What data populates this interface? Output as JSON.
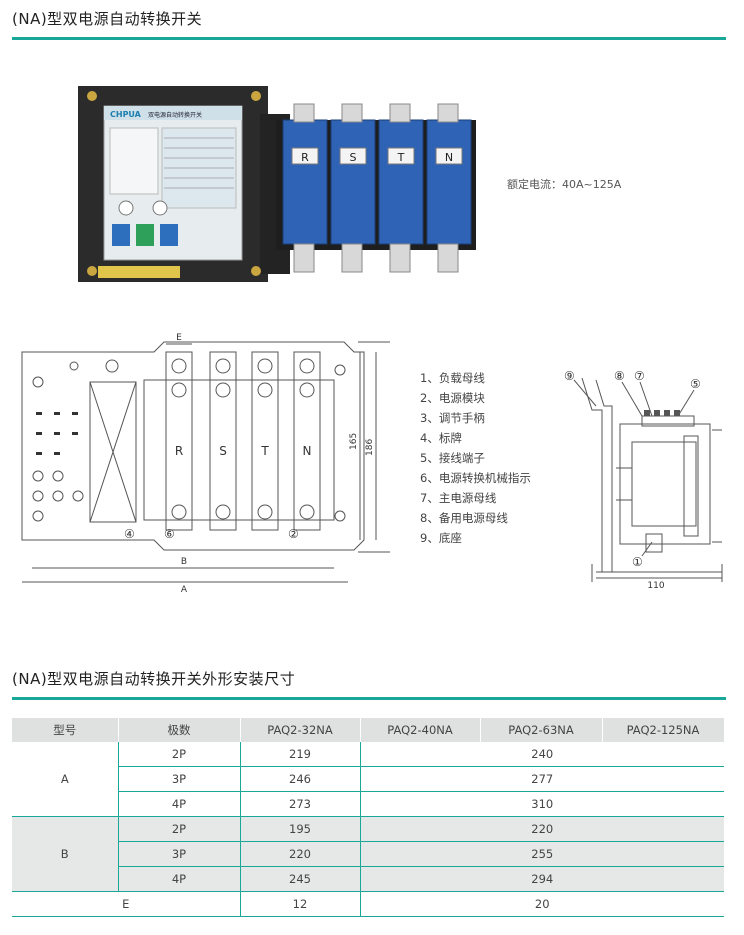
{
  "section1": {
    "title": "(NA)型双电源自动转换开关"
  },
  "photo": {
    "brand": "CHPUA",
    "panel_title": "双电源自动转换开关",
    "terminals": [
      "R",
      "S",
      "T",
      "N"
    ]
  },
  "spec": {
    "rated_current": "额定电流：40A~125A"
  },
  "front_drawing": {
    "terminals": [
      "R",
      "S",
      "T",
      "N"
    ],
    "dims": {
      "E": "E",
      "B": "B",
      "A": "A",
      "h1": "165",
      "h2": "186"
    },
    "callouts": [
      "④",
      "⑥",
      "②"
    ]
  },
  "legend": [
    "1、负载母线",
    "2、电源模块",
    "3、调节手柄",
    "4、标牌",
    "5、接线端子",
    "6、电源转换机械指示",
    "7、主电源母线",
    "8、备用电源母线",
    "9、底座"
  ],
  "side_drawing": {
    "callouts": [
      "⑨",
      "⑧",
      "⑦",
      "⑤",
      "①"
    ],
    "dim": "110"
  },
  "section2": {
    "title": "(NA)型双电源自动转换开关外形安装尺寸"
  },
  "table": {
    "headers": [
      "型号",
      "极数",
      "PAQ2-32NA",
      "PAQ2-40NA",
      "PAQ2-63NA",
      "PAQ2-125NA"
    ],
    "groups": [
      {
        "label": "A",
        "rows": [
          {
            "pole": "2P",
            "v32": "219",
            "vrest": "240"
          },
          {
            "pole": "3P",
            "v32": "246",
            "vrest": "277"
          },
          {
            "pole": "4P",
            "v32": "273",
            "vrest": "310"
          }
        ]
      },
      {
        "label": "B",
        "rows": [
          {
            "pole": "2P",
            "v32": "195",
            "vrest": "220"
          },
          {
            "pole": "3P",
            "v32": "220",
            "vrest": "255"
          },
          {
            "pole": "4P",
            "v32": "245",
            "vrest": "294"
          }
        ]
      }
    ],
    "e_row": {
      "label": "E",
      "v32": "12",
      "vrest": "20"
    }
  },
  "colors": {
    "accent": "#19a79a",
    "header_bg": "#dfe1e1",
    "shade": "#e6e8e8",
    "switch_blue": "#2f63b5"
  }
}
